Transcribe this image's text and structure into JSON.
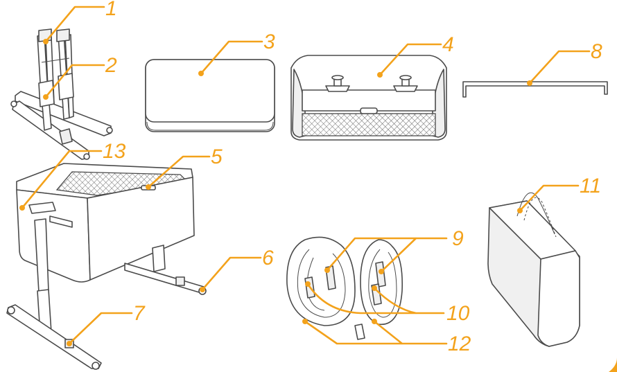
{
  "colors": {
    "accent": "#f3a21b",
    "outline": "#4a4a4a"
  },
  "parts": [
    {
      "number": "1",
      "item": "legs-frame-top"
    },
    {
      "number": "2",
      "item": "legs-frame"
    },
    {
      "number": "3",
      "item": "mattress"
    },
    {
      "number": "4",
      "item": "bassinet-top"
    },
    {
      "number": "5",
      "item": "bassinet-handle"
    },
    {
      "number": "6",
      "item": "base-tube"
    },
    {
      "number": "7",
      "item": "leg-base"
    },
    {
      "number": "8",
      "item": "support-rod"
    },
    {
      "number": "9",
      "item": "strap-buckle"
    },
    {
      "number": "10",
      "item": "strap-clip"
    },
    {
      "number": "11",
      "item": "carry-bag"
    },
    {
      "number": "12",
      "item": "attachment-straps"
    },
    {
      "number": "13",
      "item": "side-panel-latch"
    }
  ]
}
